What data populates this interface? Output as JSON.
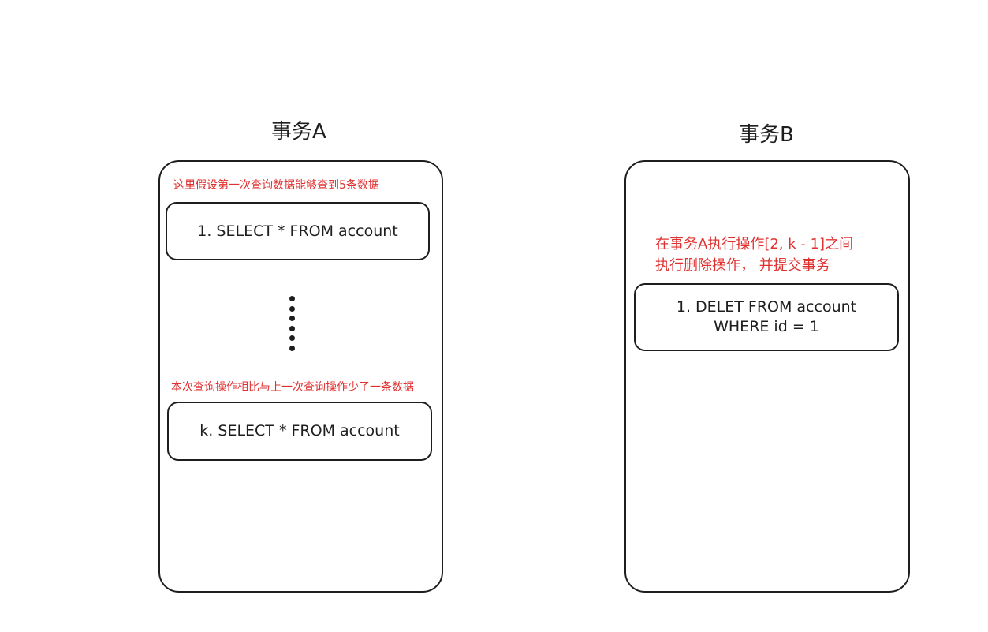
{
  "transaction_a": {
    "title": "事务A",
    "note_top": "这里假设第一次查询数据能够查到5条数据",
    "query_1": "1. SELECT * FROM account",
    "note_bottom": "本次查询操作相比与上一次查询操作少了一条数据",
    "query_k": "k. SELECT * FROM account"
  },
  "transaction_b": {
    "title": "事务B",
    "note_line1": "在事务A执行操作[2, k - 1]之间",
    "note_line2": "执行删除操作， 并提交事务",
    "delete_line1": "1. DELET FROM account",
    "delete_line2": "WHERE id = 1"
  },
  "colors": {
    "stroke": "#1e1e1e",
    "annotation": "#e03131"
  }
}
